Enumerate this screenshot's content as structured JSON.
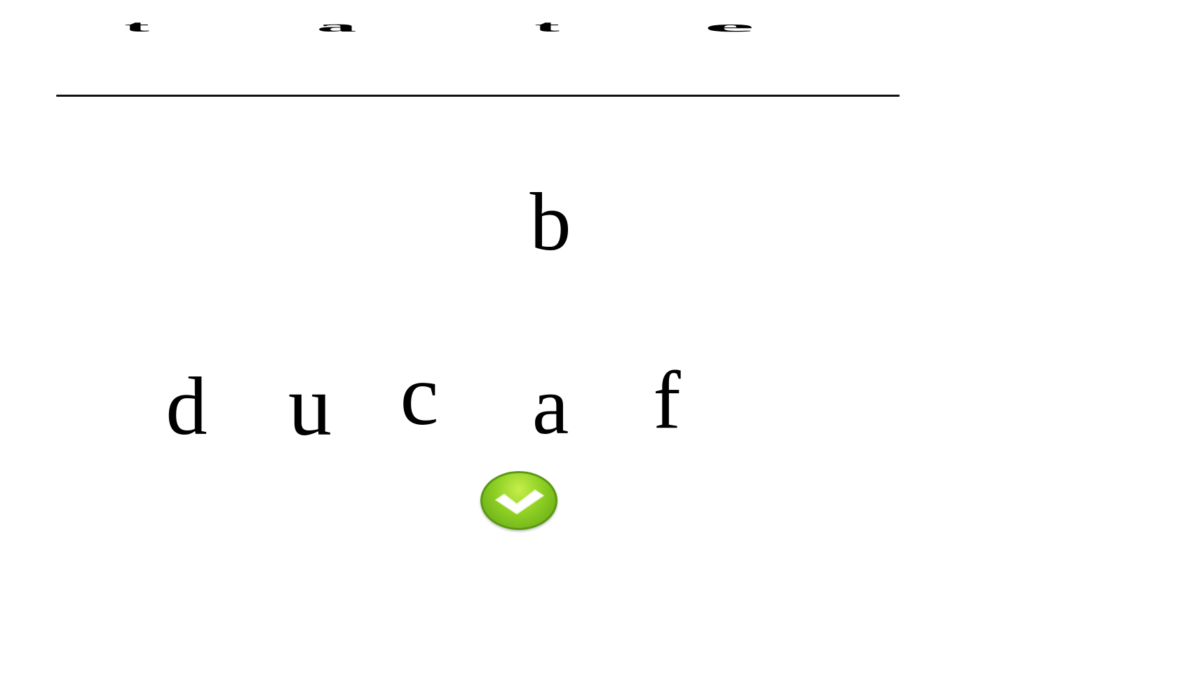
{
  "target_word": {
    "letters": [
      "t",
      "a",
      "t",
      "e"
    ]
  },
  "letter_tiles": {
    "top": "b",
    "row": [
      "d",
      "u",
      "c",
      "a",
      "f"
    ]
  },
  "check_button": {
    "icon": "checkmark-icon",
    "color": "#8fd024"
  }
}
